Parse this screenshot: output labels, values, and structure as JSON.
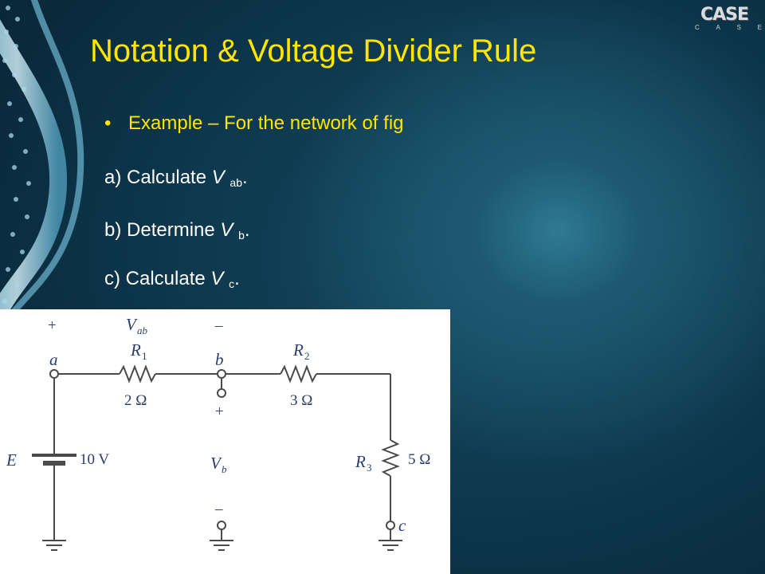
{
  "title": "Notation & Voltage Divider Rule",
  "logo": {
    "main": "CASE",
    "sub": [
      "C",
      "A",
      "S",
      "E"
    ]
  },
  "bullet": {
    "marker": "•",
    "text": "Example – For the network of fig"
  },
  "items": [
    {
      "prefix": "a) Calculate ",
      "var": "V",
      "sub": "ab",
      "suffix": "."
    },
    {
      "prefix": "b) Determine ",
      "var": "V",
      "sub": "b",
      "suffix": "."
    },
    {
      "prefix": "c) Calculate ",
      "var": "V",
      "sub": "c",
      "suffix": "."
    }
  ],
  "circuit": {
    "plus_a": "+",
    "vab_main": "V",
    "vab_sub": "ab",
    "minus_b": "–",
    "r1_main": "R",
    "r1_sub": "1",
    "r1_value": "2 Ω",
    "r2_main": "R",
    "r2_sub": "2",
    "r2_value": "3 Ω",
    "r3_main": "R",
    "r3_sub": "3",
    "r3_value": "5 Ω",
    "node_a": "a",
    "node_b": "b",
    "node_c": "c",
    "source_label": "E",
    "source_value": "10 V",
    "plus_b": "+",
    "vb_main": "V",
    "vb_sub": "b",
    "minus_vb": "–"
  },
  "colors": {
    "title": "#ffe500",
    "text": "#ffffff",
    "background": "#0c3347",
    "circuit_label": "#2a3f6f"
  }
}
